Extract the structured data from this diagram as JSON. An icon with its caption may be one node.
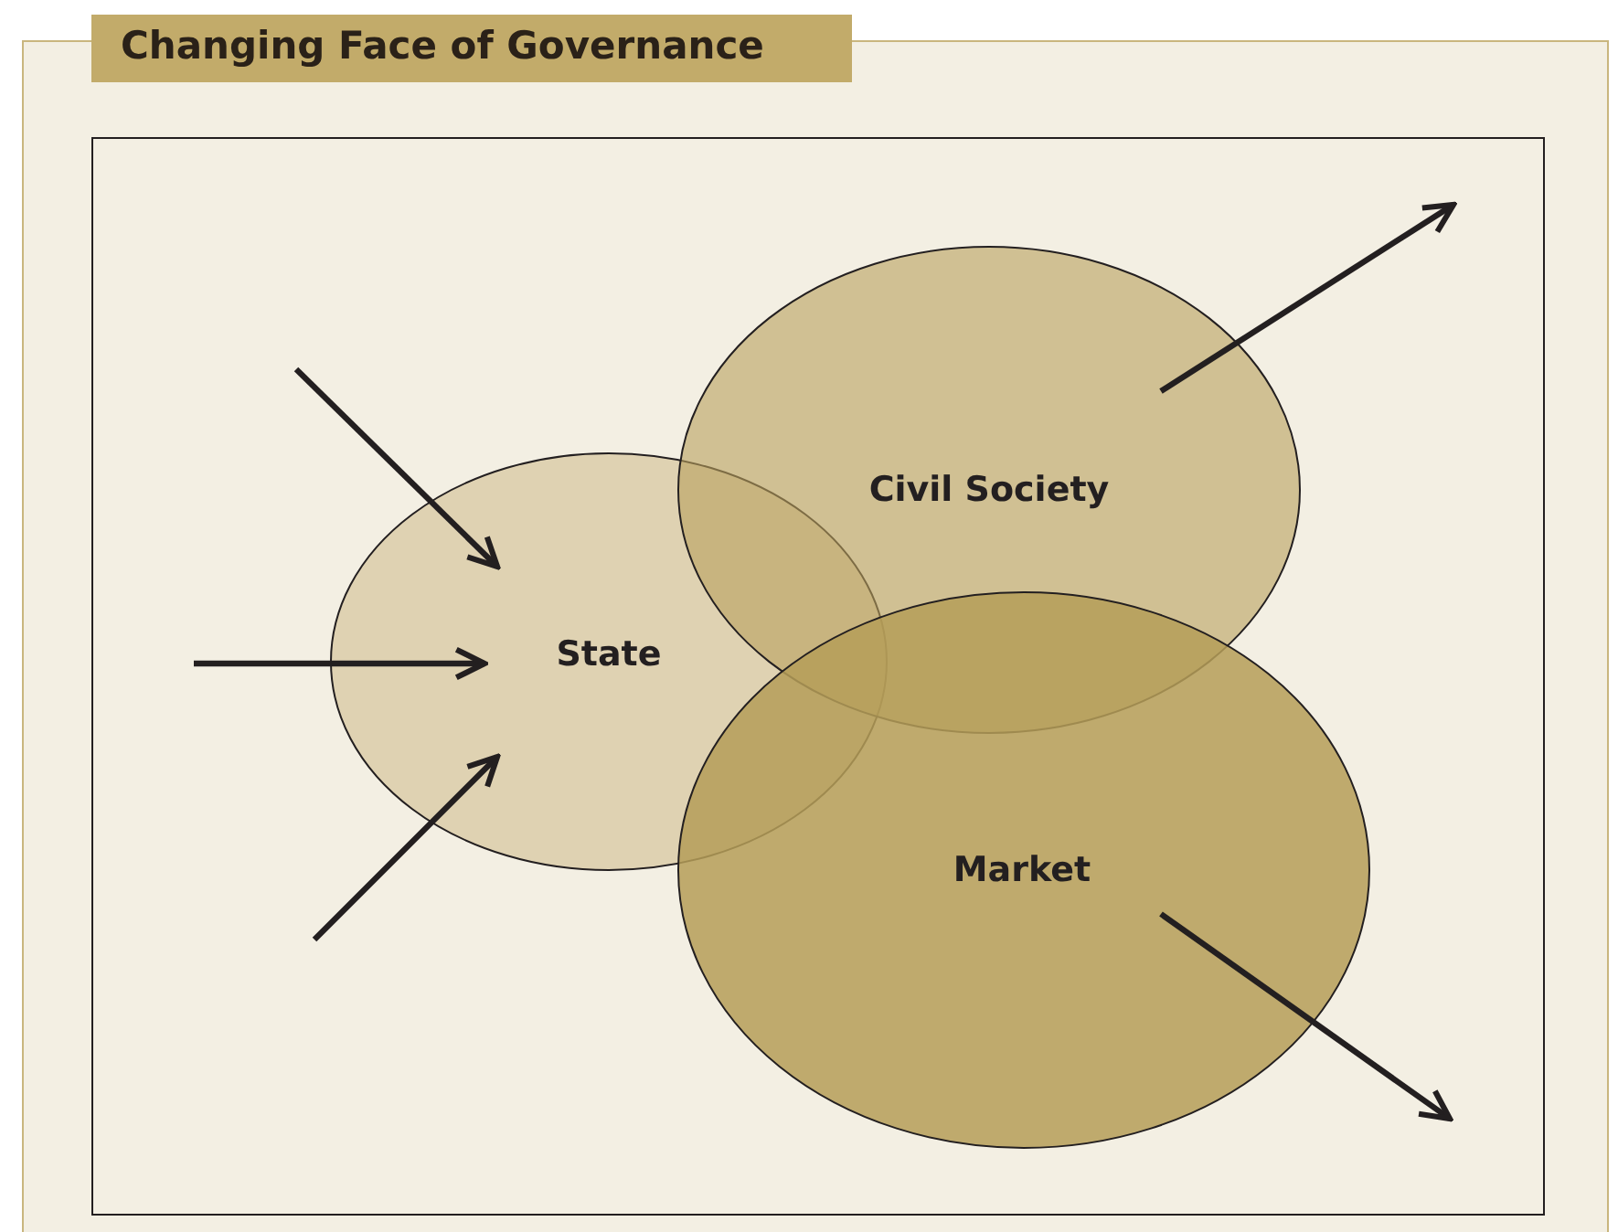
{
  "diagram": {
    "title": "Changing Face of Governance",
    "nodes": [
      {
        "text": [
          "State"
        ]
      },
      {
        "text": [
          "Civil Society"
        ]
      },
      {
        "text": [
          "Market"
        ]
      }
    ],
    "edges": [
      {
        "from": null,
        "to": 0,
        "arrow": "to"
      },
      {
        "from": null,
        "to": 0,
        "arrow": "to"
      },
      {
        "from": null,
        "to": 0,
        "arrow": "to"
      },
      {
        "from": 1,
        "to": null,
        "arrow": "to"
      },
      {
        "from": 2,
        "to": null,
        "arrow": "to"
      }
    ]
  }
}
